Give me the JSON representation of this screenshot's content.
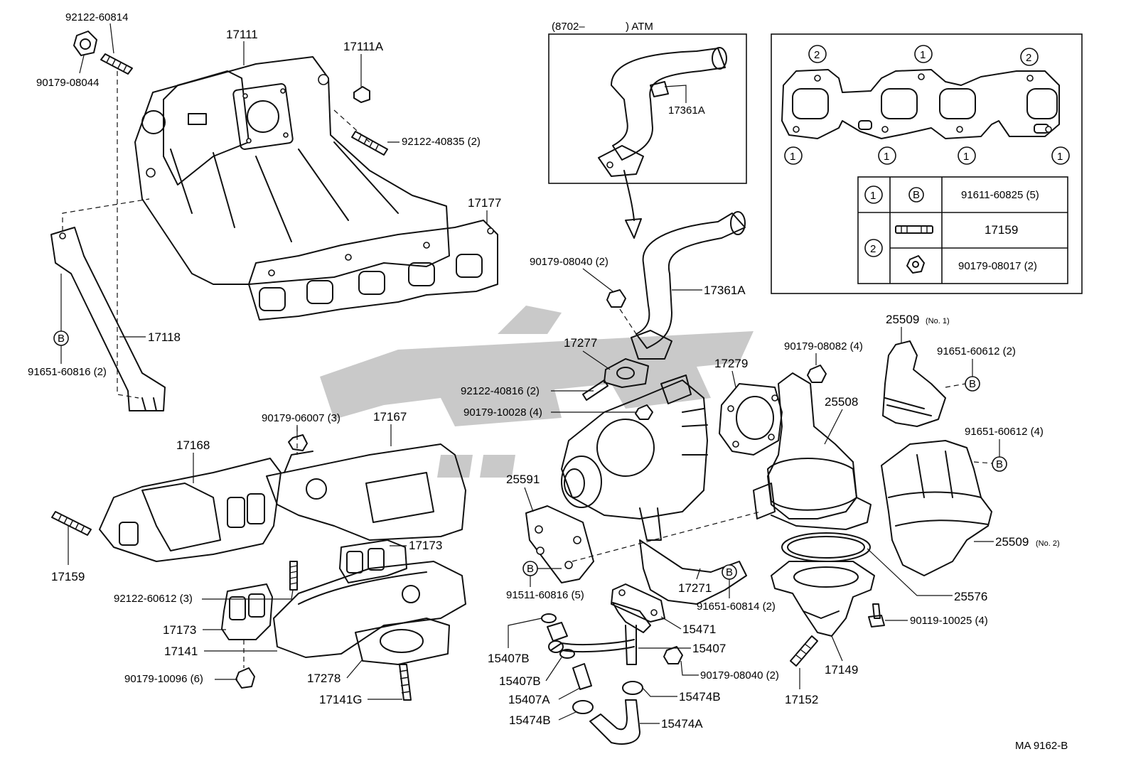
{
  "callouts": {
    "p92122_60814": "92122-60814",
    "p90179_08044": "90179-08044",
    "p17111": "17111",
    "p17111A": "17111A",
    "p92122_40835": "92122-40835 (2)",
    "p17177": "17177",
    "p17118": "17118",
    "p91651_60816": "91651-60816 (2)",
    "p90179_06007": "90179-06007 (3)",
    "p17167": "17167",
    "p17168": "17168",
    "p17159": "17159",
    "p17173_a": "17173",
    "p92122_60612": "92122-60612 (3)",
    "p17173_b": "17173",
    "p17141": "17141",
    "p90179_10096": "90179-10096 (6)",
    "p17278": "17278",
    "p17141G": "17141G",
    "inset_head": "(8702–",
    "inset_atm": ") ATM",
    "p17361A_inset": "17361A",
    "p90179_08040_top": "90179-08040 (2)",
    "p17361A": "17361A",
    "p17277": "17277",
    "p92122_40816": "92122-40816 (2)",
    "p90179_10028": "90179-10028 (4)",
    "p25591": "25591",
    "p91511_60816": "91511-60816 (5)",
    "p17271": "17271",
    "p91651_60814": "91651-60814 (2)",
    "p15471": "15471",
    "p15407B_a": "15407B",
    "p15407B_b": "15407B",
    "p15407": "15407",
    "p15407A": "15407A",
    "p90179_08040_bot": "90179-08040 (2)",
    "p15474B_a": "15474B",
    "p15474B_b": "15474B",
    "p15474A": "15474A",
    "p17279": "17279",
    "p90179_08082": "90179-08082 (4)",
    "p25508": "25508",
    "p25509_no1": "25509",
    "p25509_no1_tag": "(No. 1)",
    "p91651_60612_a": "91651-60612 (2)",
    "p91651_60612_b": "91651-60612 (4)",
    "p25509_no2": "25509",
    "p25509_no2_tag": "(No. 2)",
    "p25576": "25576",
    "p90119_10025": "90119-10025 (4)",
    "p17149": "17149",
    "p17152": "17152"
  },
  "markers": {
    "one": "1",
    "two": "2",
    "B": "B"
  },
  "gasket_table": {
    "rows": [
      {
        "group": "1",
        "symbol": "B",
        "part": "91611-60825 (5)"
      },
      {
        "group": "2",
        "symbol": "stud",
        "part": "17159"
      },
      {
        "group": "2",
        "symbol": "nut",
        "part": "90179-08017 (2)"
      }
    ]
  },
  "footer": {
    "drawing_id": "MA 9162-B"
  },
  "colors": {
    "ink": "#111111",
    "watermark": "#9c9c9c",
    "background": "#ffffff"
  }
}
